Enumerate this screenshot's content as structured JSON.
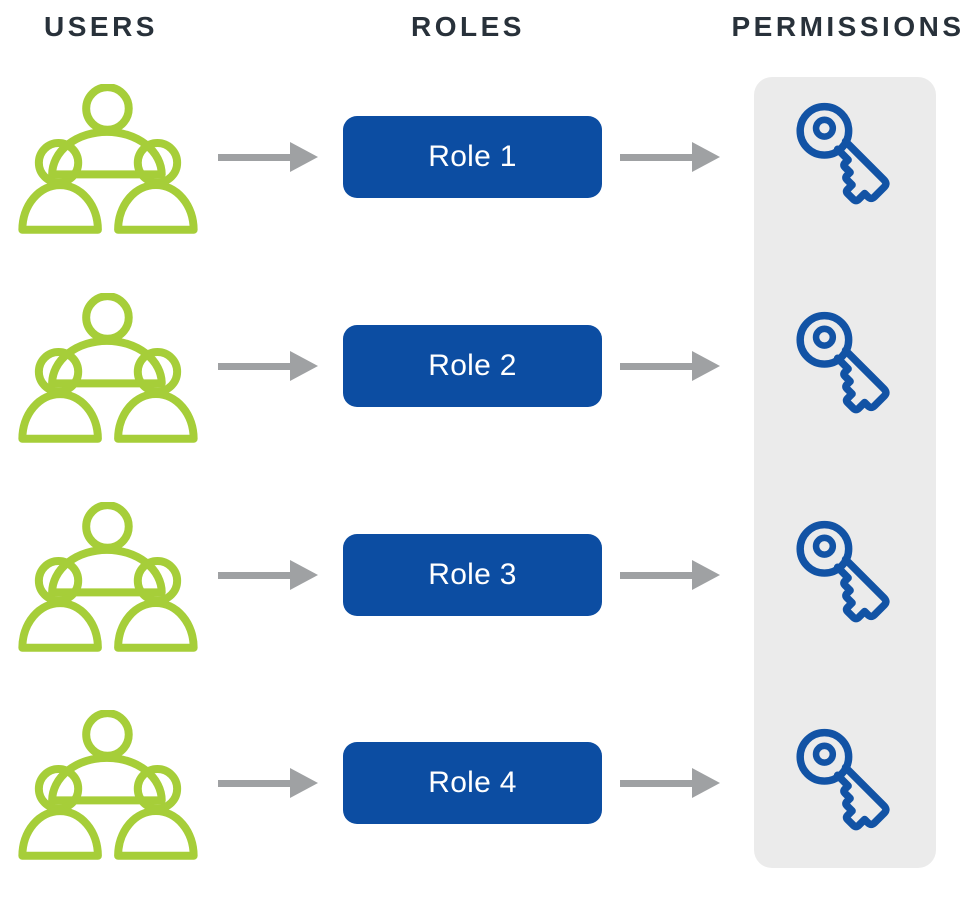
{
  "headers": {
    "users": "USERS",
    "roles": "ROLES",
    "permissions": "PERMISSIONS"
  },
  "rows": [
    {
      "role": "Role 1"
    },
    {
      "role": "Role 2"
    },
    {
      "role": "Role 3"
    },
    {
      "role": "Role 4"
    }
  ],
  "icons": {
    "users_column": "user-group-icon",
    "users_to_roles_connector": "arrow-right-icon",
    "roles_to_permissions_connector": "arrow-right-icon",
    "permissions_column": "key-icon"
  },
  "colors": {
    "user_icon_green": "#a6ce39",
    "role_box_blue": "#0c4da2",
    "key_icon_blue": "#1253a5",
    "arrow_gray": "#9fa1a3",
    "panel_background": "#ebebeb",
    "heading_text": "#28313a",
    "role_label_text": "#ffffff",
    "page_background": "#ffffff"
  }
}
